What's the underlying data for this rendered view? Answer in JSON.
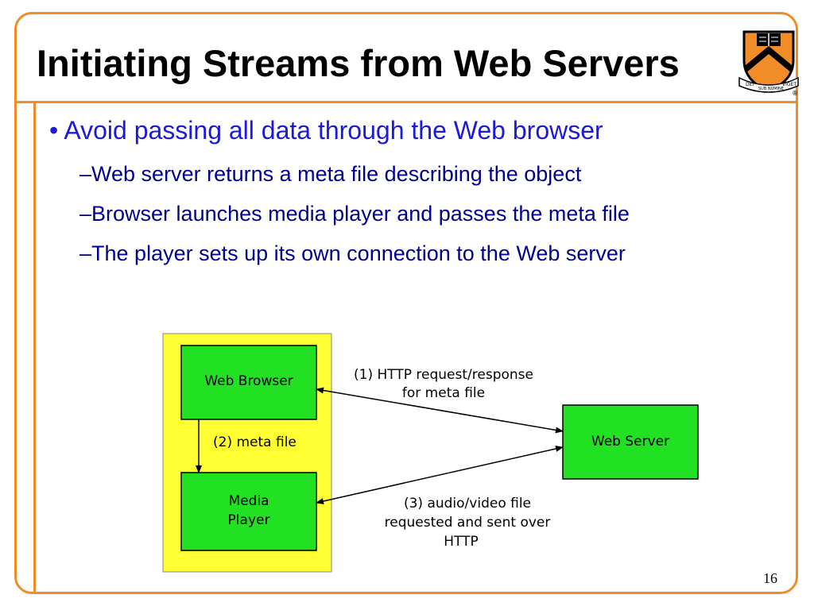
{
  "slide": {
    "title": "Initiating Streams from Web Servers",
    "page_number": "16"
  },
  "bullets": {
    "main": "Avoid passing all data through the Web browser",
    "subs": [
      "Web server returns a meta file describing the object",
      "Browser launches media player and passes the meta file",
      "The player sets up its own connection to the Web server"
    ],
    "main_marker": "•",
    "sub_marker": "–"
  },
  "logo": {
    "motto_left": "DEI",
    "motto_middle": "SUB NUMINE",
    "motto_right": "VIGET",
    "registered": "®"
  },
  "diagram": {
    "web_browser": "Web Browser",
    "media_player_line1": "Media",
    "media_player_line2": "Player",
    "web_server": "Web Server",
    "label_meta_file": "(2)  meta file",
    "label_http_line1": "(1) HTTP request/response",
    "label_http_line2": "for meta file",
    "label_av_line1": "(3) audio/video file",
    "label_av_line2": "requested and sent over",
    "label_av_line3": "HTTP"
  },
  "colors": {
    "frame": "#f28c28",
    "client_bg": "#ffff33",
    "box_fill": "#22e022",
    "bullet_main": "#1a1ad8",
    "bullet_sub": "#00008b"
  }
}
